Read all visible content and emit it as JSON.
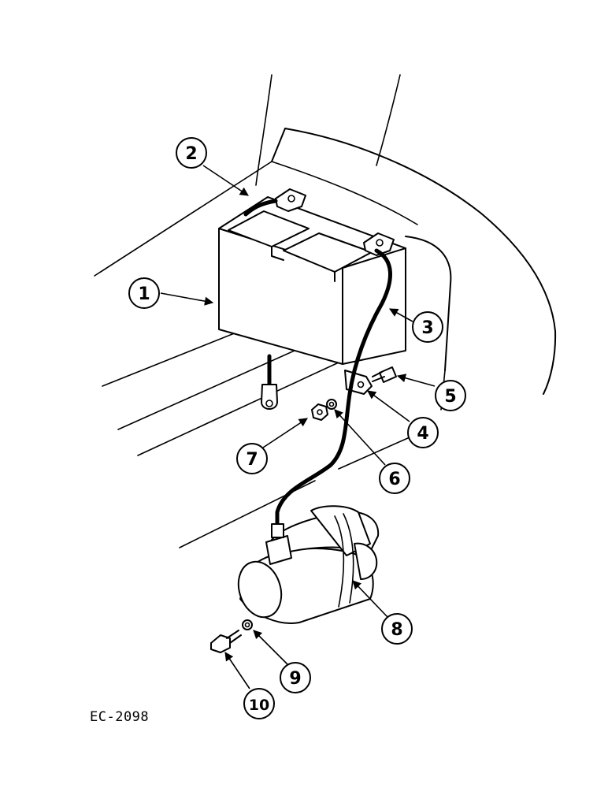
{
  "diagram": {
    "reference_code": "EC-2098",
    "callouts": [
      {
        "id": "1",
        "label": "1",
        "part": "battery"
      },
      {
        "id": "2",
        "label": "2",
        "part": "ground-cable"
      },
      {
        "id": "3",
        "label": "3",
        "part": "positive-cable"
      },
      {
        "id": "4",
        "label": "4",
        "part": "bracket"
      },
      {
        "id": "5",
        "label": "5",
        "part": "bolt"
      },
      {
        "id": "6",
        "label": "6",
        "part": "washer"
      },
      {
        "id": "7",
        "label": "7",
        "part": "nut"
      },
      {
        "id": "8",
        "label": "8",
        "part": "starter-motor"
      },
      {
        "id": "9",
        "label": "9",
        "part": "washer"
      },
      {
        "id": "10",
        "label": "10",
        "part": "bolt"
      }
    ]
  }
}
